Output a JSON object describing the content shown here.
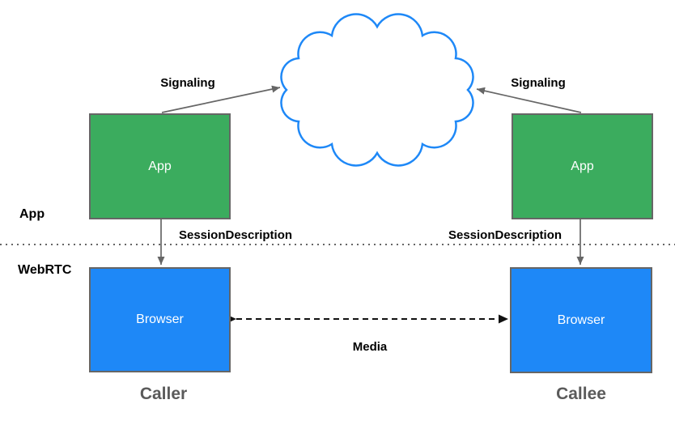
{
  "diagram": {
    "title_semantic": "WebRTC JSEP signaling architecture",
    "zone_labels": {
      "top": "App",
      "bottom": "WebRTC"
    },
    "nodes": {
      "caller_app": {
        "label": "App"
      },
      "callee_app": {
        "label": "App"
      },
      "caller_browser": {
        "label": "Browser"
      },
      "callee_browser": {
        "label": "Browser"
      }
    },
    "edges": {
      "signaling_left": {
        "label": "Signaling"
      },
      "signaling_right": {
        "label": "Signaling"
      },
      "session_description_left": {
        "label": "SessionDescription"
      },
      "session_description_right": {
        "label": "SessionDescription"
      },
      "media": {
        "label": "Media"
      }
    },
    "captions": {
      "caller": "Caller",
      "callee": "Callee"
    },
    "colors": {
      "app_fill": "#3BAC5E",
      "browser_fill": "#1E88F7",
      "cloud_stroke": "#1E88F7",
      "box_border": "#666666",
      "connector": "#666666",
      "media_line": "#111111",
      "caption_text": "#5A5A5A",
      "label_text": "#000000"
    }
  }
}
